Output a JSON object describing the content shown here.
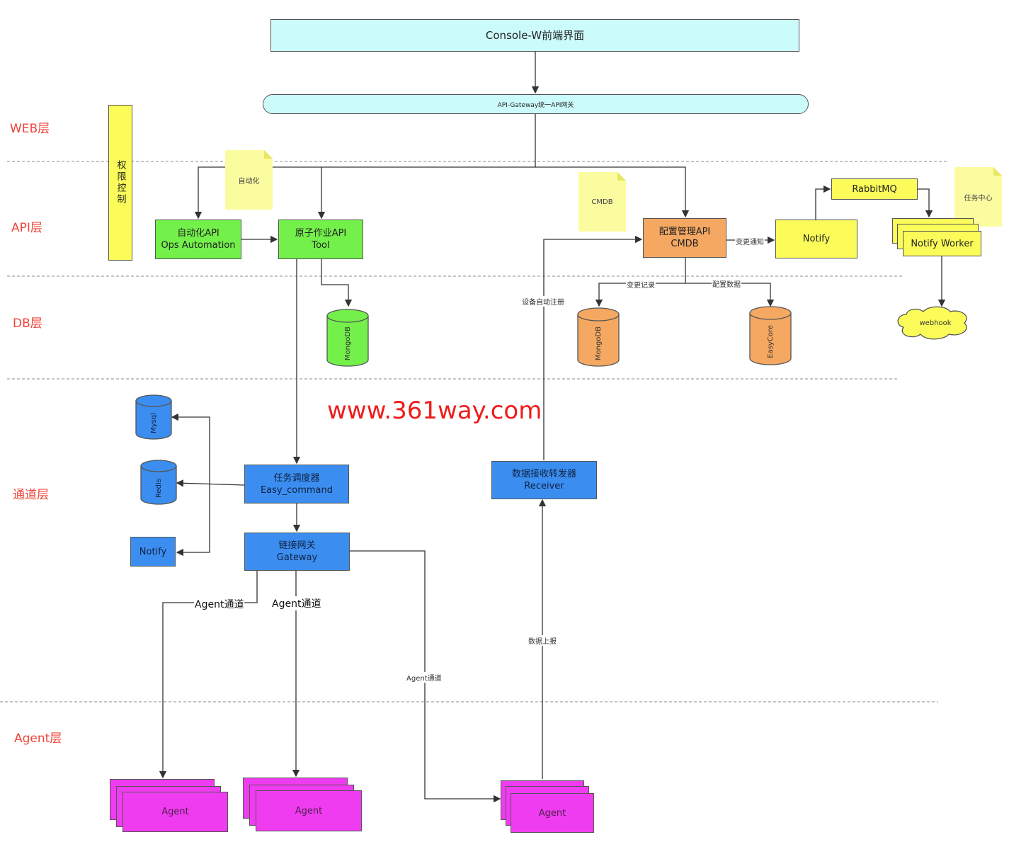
{
  "layers": [
    "WEB层",
    "API层",
    "DB层",
    "通道层",
    "Agent层"
  ],
  "console": "Console-W前端界面",
  "api_gateway": "API-Gateway统一API网关",
  "permission": "权限控制",
  "notes": {
    "auto": "自动化",
    "cmdb": "CMDB",
    "task_center": "任务中心"
  },
  "ops_automation": {
    "line1": "自动化API",
    "line2": "Ops Automation"
  },
  "tool": {
    "line1": "原子作业API",
    "line2": "Tool"
  },
  "cmdb_api": {
    "line1": "配置管理API",
    "line2": "CMDB"
  },
  "notify_api": "Notify",
  "rabbitmq": "RabbitMQ",
  "notify_worker": "Notify Worker",
  "webhook": "webhook",
  "db": {
    "mongo_tool": "MongoDB",
    "mongo_cmdb": "MongoDB",
    "easycore": "EasyCore"
  },
  "edge_labels": {
    "change_notify": "变更通知",
    "change_record": "变更记录",
    "config_data": "配置数据",
    "device_register": "设备自动注册",
    "data_report": "数据上报",
    "agent_channel_1": "Agent通道",
    "agent_channel_2": "Agent通道",
    "agent_channel_3": "Agent通道"
  },
  "channel": {
    "mysql": "Mysql",
    "redis": "Redis",
    "notify": "Notify",
    "scheduler": {
      "line1": "任务调度器",
      "line2": "Easy_command"
    },
    "gateway": {
      "line1": "链接网关",
      "line2": "Gateway"
    },
    "receiver": {
      "line1": "数据接收转发器",
      "line2": "Receiver"
    }
  },
  "agents": [
    "Agent",
    "Agent",
    "Agent"
  ],
  "watermark": "www.361way.com",
  "colors": {
    "cyan": "#ccfbfb",
    "green": "#73f04a",
    "orange": "#f5a862",
    "yellow": "#fbfb5a",
    "blue": "#3b8ef0",
    "magenta": "#f03cf0",
    "layer_label": "#f0443a"
  }
}
